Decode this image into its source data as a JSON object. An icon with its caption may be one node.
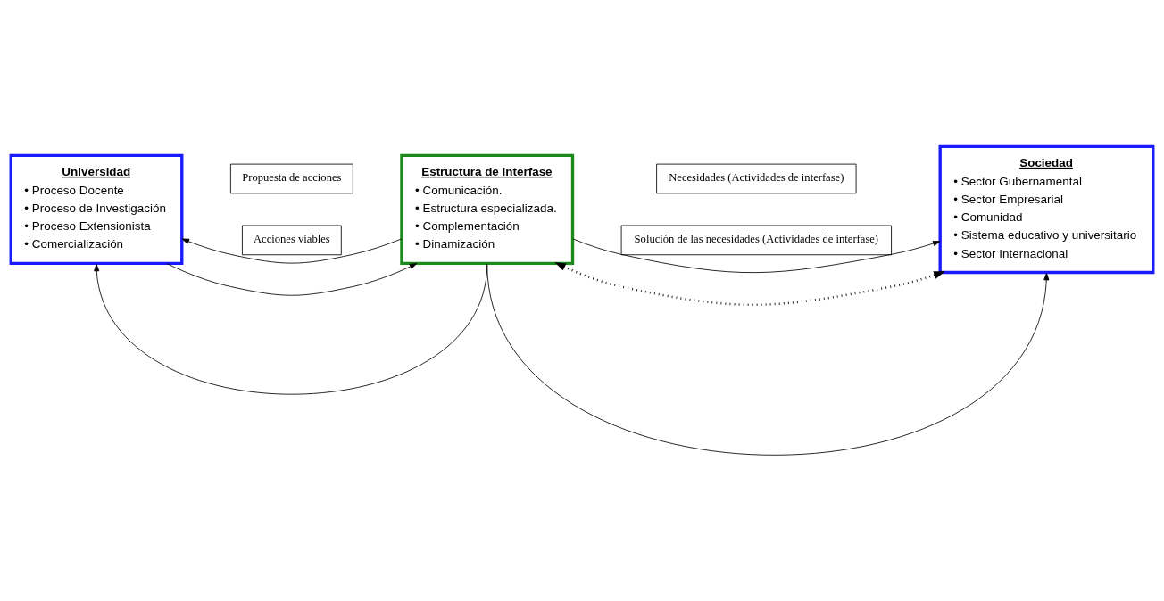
{
  "diagram": {
    "nodes": [
      {
        "text": [
          "Universidad",
          "• Proceso Docente",
          "• Proceso de Investigación",
          "• Proceso Extensionista",
          "• Comercialización"
        ]
      },
      {
        "text": [
          "Propuesta de acciones"
        ]
      },
      {
        "text": [
          "Acciones viables"
        ]
      },
      {
        "text": [
          "Estructura de Interfase",
          "• Comunicación.",
          "• Estructura especializada.",
          "• Complementación",
          "• Dinamización"
        ]
      },
      {
        "text": [
          "Necesidades (Actividades de interfase)"
        ]
      },
      {
        "text": [
          "Solución de las necesidades (Actividades de interfase)"
        ]
      },
      {
        "text": [
          "Sociedad",
          "• Sector Gubernamental",
          "• Sector Empresarial",
          "• Comunidad",
          "• Sistema educativo y universitario",
          "• Sector Internacional"
        ]
      }
    ],
    "edges": [
      {
        "from": 3,
        "to": 0,
        "arrow": "to"
      },
      {
        "from": 0,
        "to": 3,
        "arrow": "to"
      },
      {
        "from": 3,
        "to": 6,
        "arrow": "both",
        "style": "dashed"
      },
      {
        "from": 3,
        "to": 6,
        "arrow": "to"
      },
      {
        "from": 3,
        "to": 0,
        "arrow": "to"
      },
      {
        "from": 3,
        "to": 6,
        "arrow": "to"
      }
    ]
  }
}
